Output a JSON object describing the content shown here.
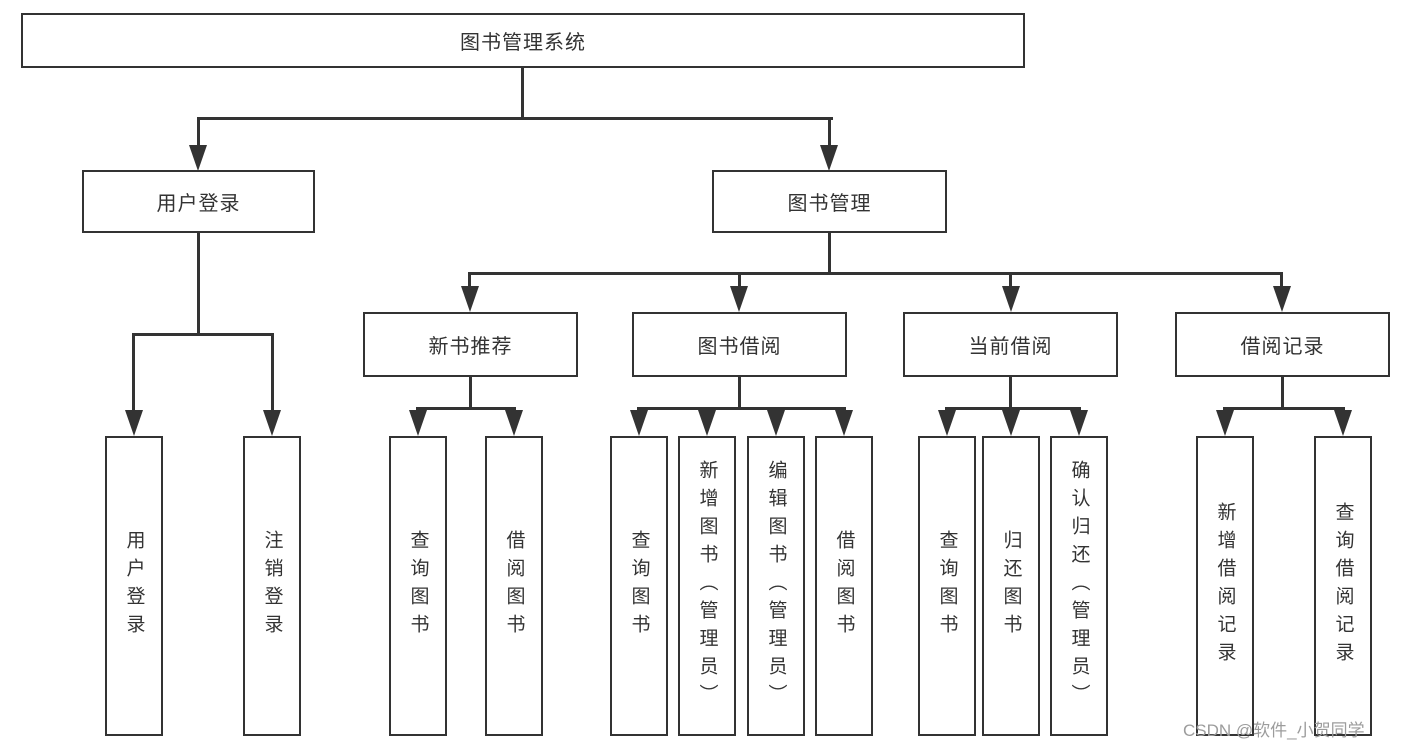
{
  "diagram": {
    "root": {
      "label": "图书管理系统"
    },
    "level2": [
      {
        "id": "user-login",
        "label": "用户登录"
      },
      {
        "id": "book-management",
        "label": "图书管理"
      }
    ],
    "level3": [
      {
        "id": "new-book-recommend",
        "label": "新书推荐"
      },
      {
        "id": "book-borrow",
        "label": "图书借阅"
      },
      {
        "id": "current-borrow",
        "label": "当前借阅"
      },
      {
        "id": "borrow-records",
        "label": "借阅记录"
      }
    ],
    "leaves": [
      {
        "id": "user-login",
        "label": "用户登录"
      },
      {
        "id": "logout",
        "label": "注销登录"
      },
      {
        "id": "query-books-recommend",
        "label": "查询图书"
      },
      {
        "id": "borrow-books-recommend",
        "label": "借阅图书"
      },
      {
        "id": "query-books-borrow",
        "label": "查询图书"
      },
      {
        "id": "add-books-admin",
        "label": "新增图书（管理员）"
      },
      {
        "id": "edit-books-admin",
        "label": "编辑图书（管理员）"
      },
      {
        "id": "borrow-books",
        "label": "借阅图书"
      },
      {
        "id": "query-books-current",
        "label": "查询图书"
      },
      {
        "id": "return-books",
        "label": "归还图书"
      },
      {
        "id": "confirm-return-admin",
        "label": "确认归还（管理员）"
      },
      {
        "id": "add-borrow-record",
        "label": "新增借阅记录"
      },
      {
        "id": "query-borrow-record",
        "label": "查询借阅记录"
      }
    ]
  },
  "watermark": {
    "label": "CSDN @软件_小贺同学"
  },
  "colors": {
    "line": "#333333",
    "box_border": "#333333",
    "text": "#333333",
    "watermark": "#9c9c9c",
    "background": "#ffffff"
  }
}
